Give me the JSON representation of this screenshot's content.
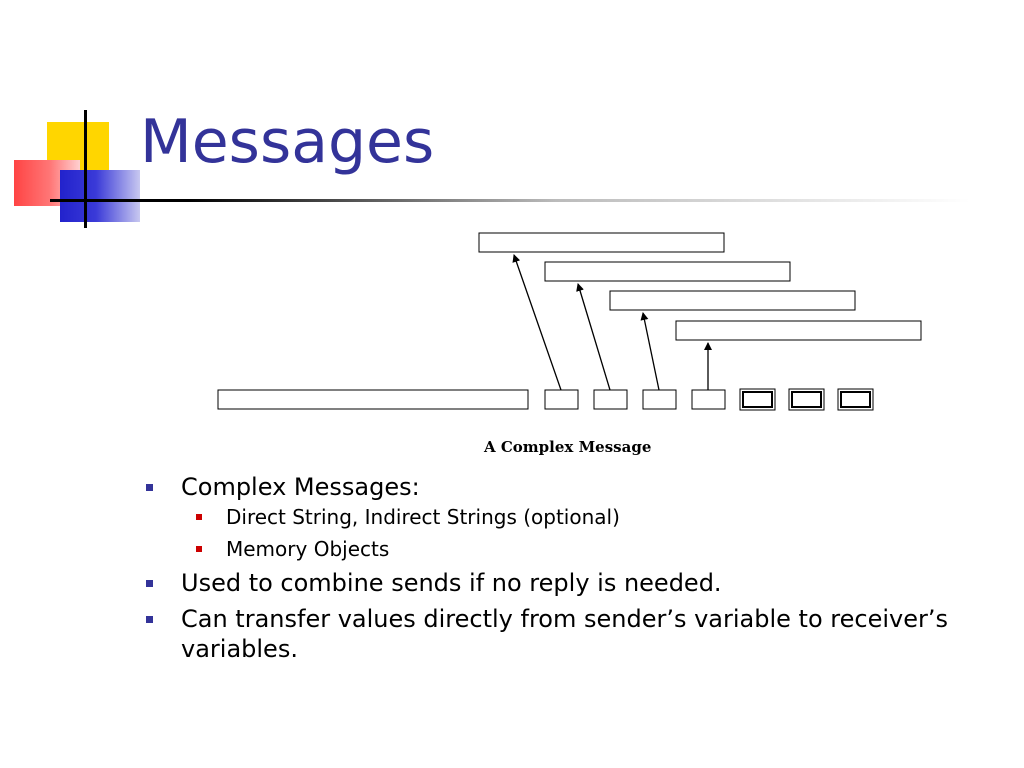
{
  "slide": {
    "title": "Messages"
  },
  "diagram": {
    "caption": "A Complex Message"
  },
  "bullets": {
    "b1": "Complex Messages:",
    "b1_sub1": "Direct String, Indirect Strings (optional)",
    "b1_sub2": "Memory Objects",
    "b2": "Used to combine sends if no reply is needed.",
    "b3_line1": "Can transfer values directly from sender’s variable to receiver’s",
    "b3_line2": "variables."
  },
  "colors": {
    "title": "#333399",
    "bullet_level1": "#333399",
    "bullet_level2": "#cc0000",
    "accent_yellow": "#ffd600",
    "accent_red": "#ff4444",
    "accent_blue": "#2222cc"
  }
}
